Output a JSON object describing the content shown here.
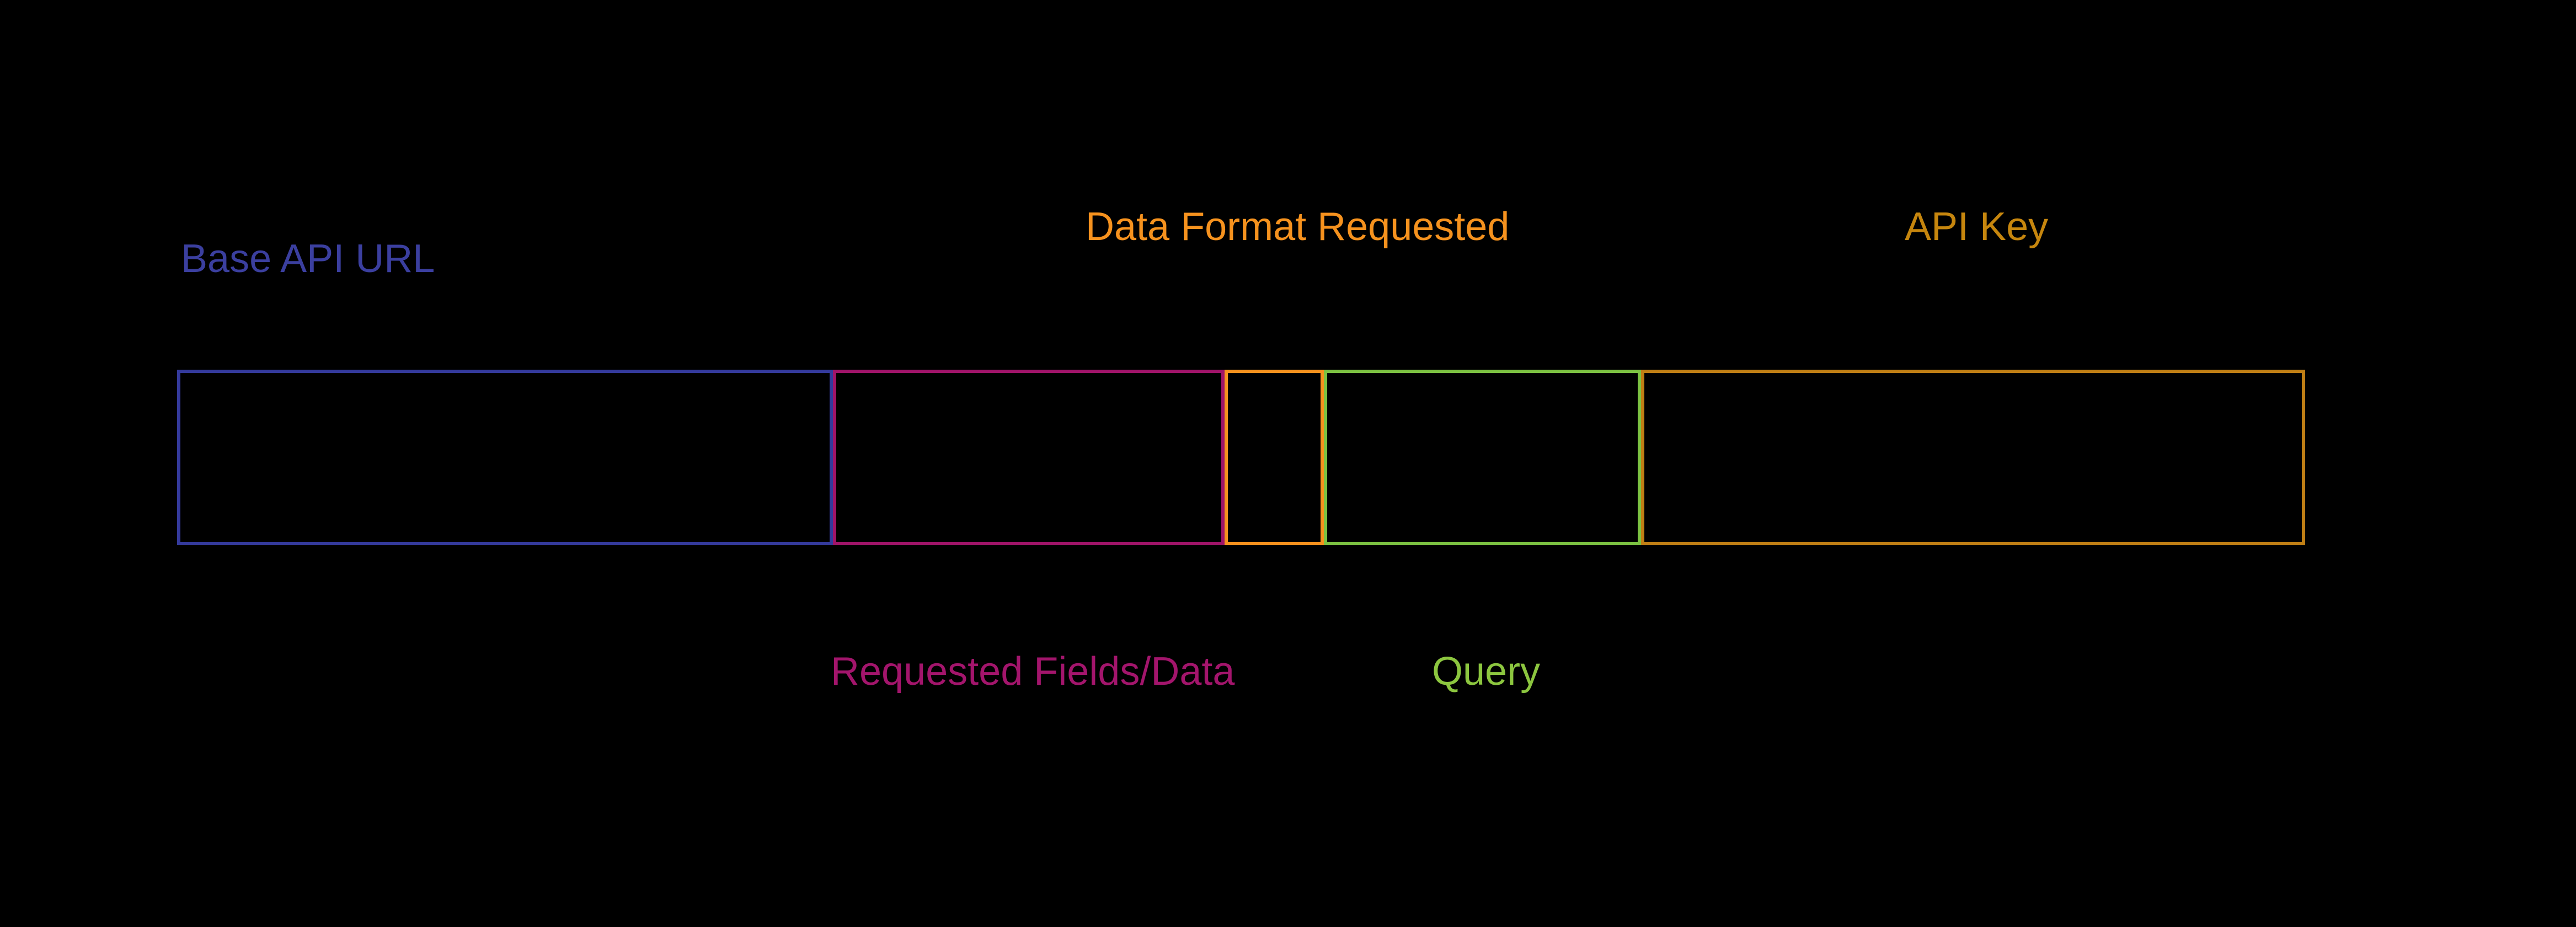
{
  "canvas": {
    "background": "#000000"
  },
  "diagram": {
    "segments": [
      {
        "id": "base-api-url",
        "label": "Base API URL",
        "label_position": "above",
        "border_color": "#343A9C",
        "label_color": "#3B3F9F"
      },
      {
        "id": "requested-fields",
        "label": "Requested Fields/Data",
        "label_position": "below",
        "border_color": "#A01469",
        "label_color": "#A3156C"
      },
      {
        "id": "data-format",
        "label": "Data Format Requested",
        "label_position": "above",
        "border_color": "#F6921E",
        "label_color": "#F6921E"
      },
      {
        "id": "query",
        "label": "Query",
        "label_position": "below",
        "border_color": "#7CC242",
        "label_color": "#8CC63F"
      },
      {
        "id": "api-key",
        "label": "API Key",
        "label_position": "above",
        "border_color": "#C07F15",
        "label_color": "#C6860E"
      }
    ]
  }
}
